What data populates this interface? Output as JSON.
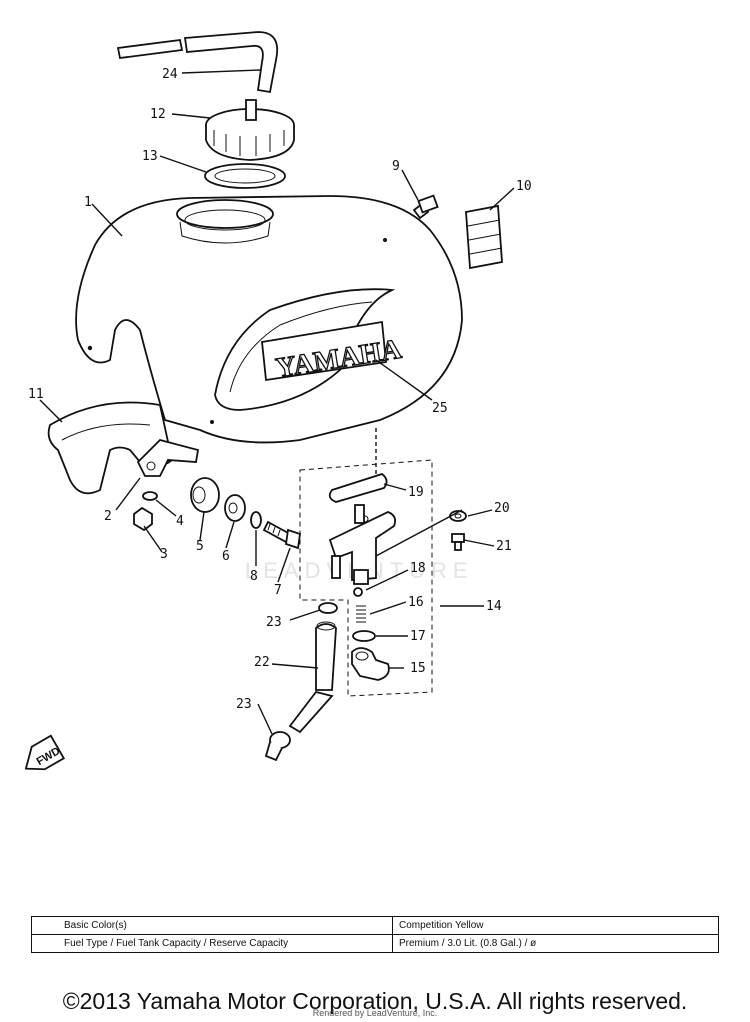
{
  "callouts": {
    "c1": "1",
    "c2": "2",
    "c3": "3",
    "c4": "4",
    "c5": "5",
    "c6": "6",
    "c7": "7",
    "c8": "8",
    "c9": "9",
    "c10": "10",
    "c11": "11",
    "c12": "12",
    "c13": "13",
    "c14": "14",
    "c15": "15",
    "c16": "16",
    "c17": "17",
    "c18": "18",
    "c19": "19",
    "c20": "20",
    "c21": "21",
    "c22": "22",
    "c23a": "23",
    "c23b": "23",
    "c24": "24",
    "c25": "25"
  },
  "tank_brand": "YAMAHA",
  "fwd_label": "FWD",
  "watermark": "LEADVENTURE",
  "spec_table": {
    "rows": [
      {
        "label": "Basic Color(s)",
        "value": "Competition Yellow"
      },
      {
        "label": "Fuel Type / Fuel Tank Capacity / Reserve Capacity",
        "value": "Premium / 3.0 Lit. (0.8 Gal.) / ø"
      }
    ]
  },
  "copyright": "©2013 Yamaha Motor Corporation, U.S.A. All rights reserved.",
  "rendered_by": "Rendered by LeadVenture, Inc."
}
